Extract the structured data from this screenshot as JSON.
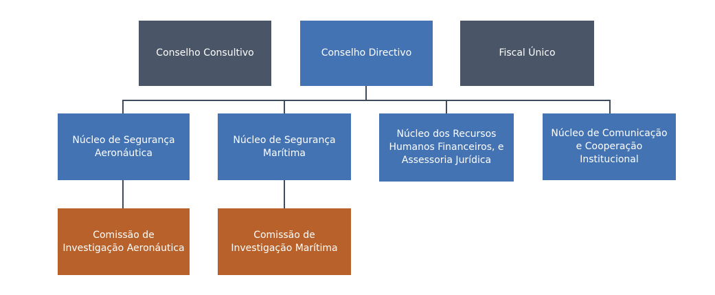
{
  "org_chart": {
    "top": {
      "consultivo": "Conselho Consultivo",
      "directivo": "Conselho Directivo",
      "fiscal": "Fiscal Único"
    },
    "nucleos": {
      "aeronautica": "Núcleo de Segurança\nAeronáutica",
      "maritima": "Núcleo de Segurança\nMarítima",
      "recursos": "Núcleo dos Recursos\nHumanos Financeiros, e\nAssessoria Jurídica",
      "comunicacao": "Núcleo de Comunicação\ne Cooperação\nInstitucional"
    },
    "comissoes": {
      "aeronautica": "Comissão de\nInvestigação Aeronáutica",
      "maritima": "Comissão de\nInvestigação Marítima"
    }
  },
  "colors": {
    "top_boxes": "#4a5568",
    "directivo": "#4373b3",
    "nucleos": "#4373b3",
    "comissoes": "#b8612a",
    "connectors": "#3d4b5c"
  }
}
